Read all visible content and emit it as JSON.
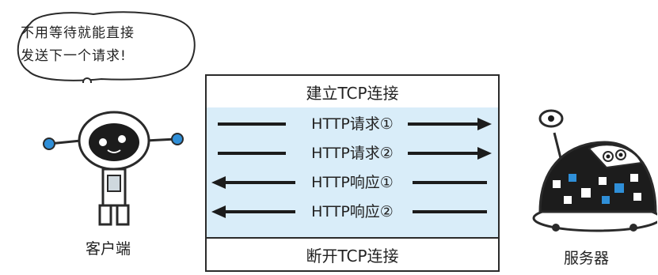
{
  "speech_bubble": {
    "line1": "不用等待就能直接",
    "line2": "发送下一个请求!"
  },
  "client_label": "客户端",
  "server_label": "服务器",
  "panel": {
    "top_label": "建立TCP连接",
    "bottom_label": "断开TCP连接",
    "messages": [
      {
        "label": "HTTP请求①",
        "direction": "right"
      },
      {
        "label": "HTTP请求②",
        "direction": "right"
      },
      {
        "label": "HTTP响应①",
        "direction": "left"
      },
      {
        "label": "HTTP响应②",
        "direction": "left"
      }
    ]
  },
  "colors": {
    "panel_fill": "#d9edf9",
    "robot_accent": "#2f8fd8"
  }
}
